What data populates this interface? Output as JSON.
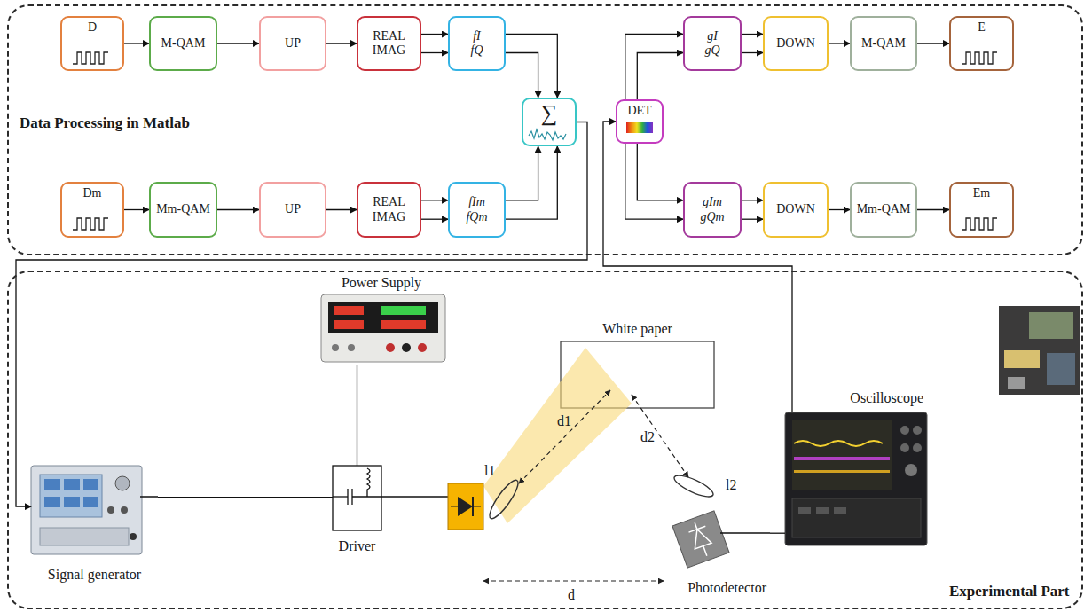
{
  "diagram": {
    "nodes": [
      {
        "text": [
          "Data Processing in Matlab"
        ]
      },
      {
        "text": [
          "D"
        ],
        "in": 0
      },
      {
        "text": [
          "M-QAM"
        ],
        "in": 0
      },
      {
        "text": [
          "UP"
        ],
        "in": 0
      },
      {
        "text": [
          "REAL IMAG"
        ],
        "in": 0
      },
      {
        "text": [
          "fI fQ"
        ],
        "in": 0
      },
      {
        "text": [
          "∑"
        ],
        "in": 0
      },
      {
        "text": [
          "DET"
        ],
        "in": 0
      },
      {
        "text": [
          "gI gQ"
        ],
        "in": 0
      },
      {
        "text": [
          "DOWN"
        ],
        "in": 0
      },
      {
        "text": [
          "M-QAM"
        ],
        "in": 0
      },
      {
        "text": [
          "E"
        ],
        "in": 0
      },
      {
        "text": [
          "Dm"
        ],
        "in": 0
      },
      {
        "text": [
          "Mm-QAM"
        ],
        "in": 0
      },
      {
        "text": [
          "UP"
        ],
        "in": 0
      },
      {
        "text": [
          "REAL IMAG"
        ],
        "in": 0
      },
      {
        "text": [
          "fIm fQm"
        ],
        "in": 0
      },
      {
        "text": [
          "gIm gQm"
        ],
        "in": 0
      },
      {
        "text": [
          "DOWN"
        ],
        "in": 0
      },
      {
        "text": [
          "Mm-QAM"
        ],
        "in": 0
      },
      {
        "text": [
          "Em"
        ],
        "in": 0
      },
      {
        "text": [
          "Experimental Part"
        ]
      },
      {
        "text": [
          "Power Supply"
        ],
        "in": 21
      },
      {
        "text": [
          "Signal generator"
        ],
        "in": 21
      },
      {
        "text": [
          "Driver"
        ],
        "in": 21
      },
      {
        "text": [
          "White paper"
        ],
        "in": 21
      },
      {
        "text": [
          "Oscilloscope"
        ],
        "in": 21
      },
      {
        "text": [
          "Photodetector"
        ],
        "in": 21
      }
    ],
    "edges": [
      {
        "from": 1,
        "to": 2,
        "arrow": "to"
      },
      {
        "from": 2,
        "to": 3,
        "arrow": "to"
      },
      {
        "from": 3,
        "to": 4,
        "arrow": "to"
      },
      {
        "from": 4,
        "to": 5,
        "arrow": "to"
      },
      {
        "from": 4,
        "to": 5,
        "arrow": "to"
      },
      {
        "from": 5,
        "to": 6,
        "arrow": "to"
      },
      {
        "from": 5,
        "to": 6,
        "arrow": "to"
      },
      {
        "from": 6,
        "to": 23,
        "arrow": "to"
      },
      {
        "from": 26,
        "to": 7,
        "arrow": "to"
      },
      {
        "from": 7,
        "to": 8,
        "arrow": "to"
      },
      {
        "from": 7,
        "to": 8,
        "arrow": "to"
      },
      {
        "from": 8,
        "to": 9,
        "arrow": "to"
      },
      {
        "from": 8,
        "to": 9,
        "arrow": "to"
      },
      {
        "from": 9,
        "to": 10,
        "arrow": "to"
      },
      {
        "from": 10,
        "to": 11,
        "arrow": "to"
      },
      {
        "from": 12,
        "to": 13,
        "arrow": "to"
      },
      {
        "from": 13,
        "to": 14,
        "arrow": "to"
      },
      {
        "from": 14,
        "to": 15,
        "arrow": "to"
      },
      {
        "from": 15,
        "to": 16,
        "arrow": "to"
      },
      {
        "from": 15,
        "to": 16,
        "arrow": "to"
      },
      {
        "from": 16,
        "to": 6,
        "arrow": "to"
      },
      {
        "from": 16,
        "to": 6,
        "arrow": "to"
      },
      {
        "from": 7,
        "to": 17,
        "arrow": "to"
      },
      {
        "from": 7,
        "to": 17,
        "arrow": "to"
      },
      {
        "from": 17,
        "to": 18,
        "arrow": "to"
      },
      {
        "from": 17,
        "to": 18,
        "arrow": "to"
      },
      {
        "from": 18,
        "to": 19,
        "arrow": "to"
      },
      {
        "from": 19,
        "to": 20,
        "arrow": "to"
      },
      {
        "from": 22,
        "to": 24,
        "arrow": "none"
      },
      {
        "from": 23,
        "to": 24,
        "arrow": "none"
      },
      {
        "from": 27,
        "to": 26,
        "arrow": "none"
      }
    ],
    "labels": [
      "d1",
      "l1",
      "d2",
      "l2",
      "d"
    ]
  }
}
